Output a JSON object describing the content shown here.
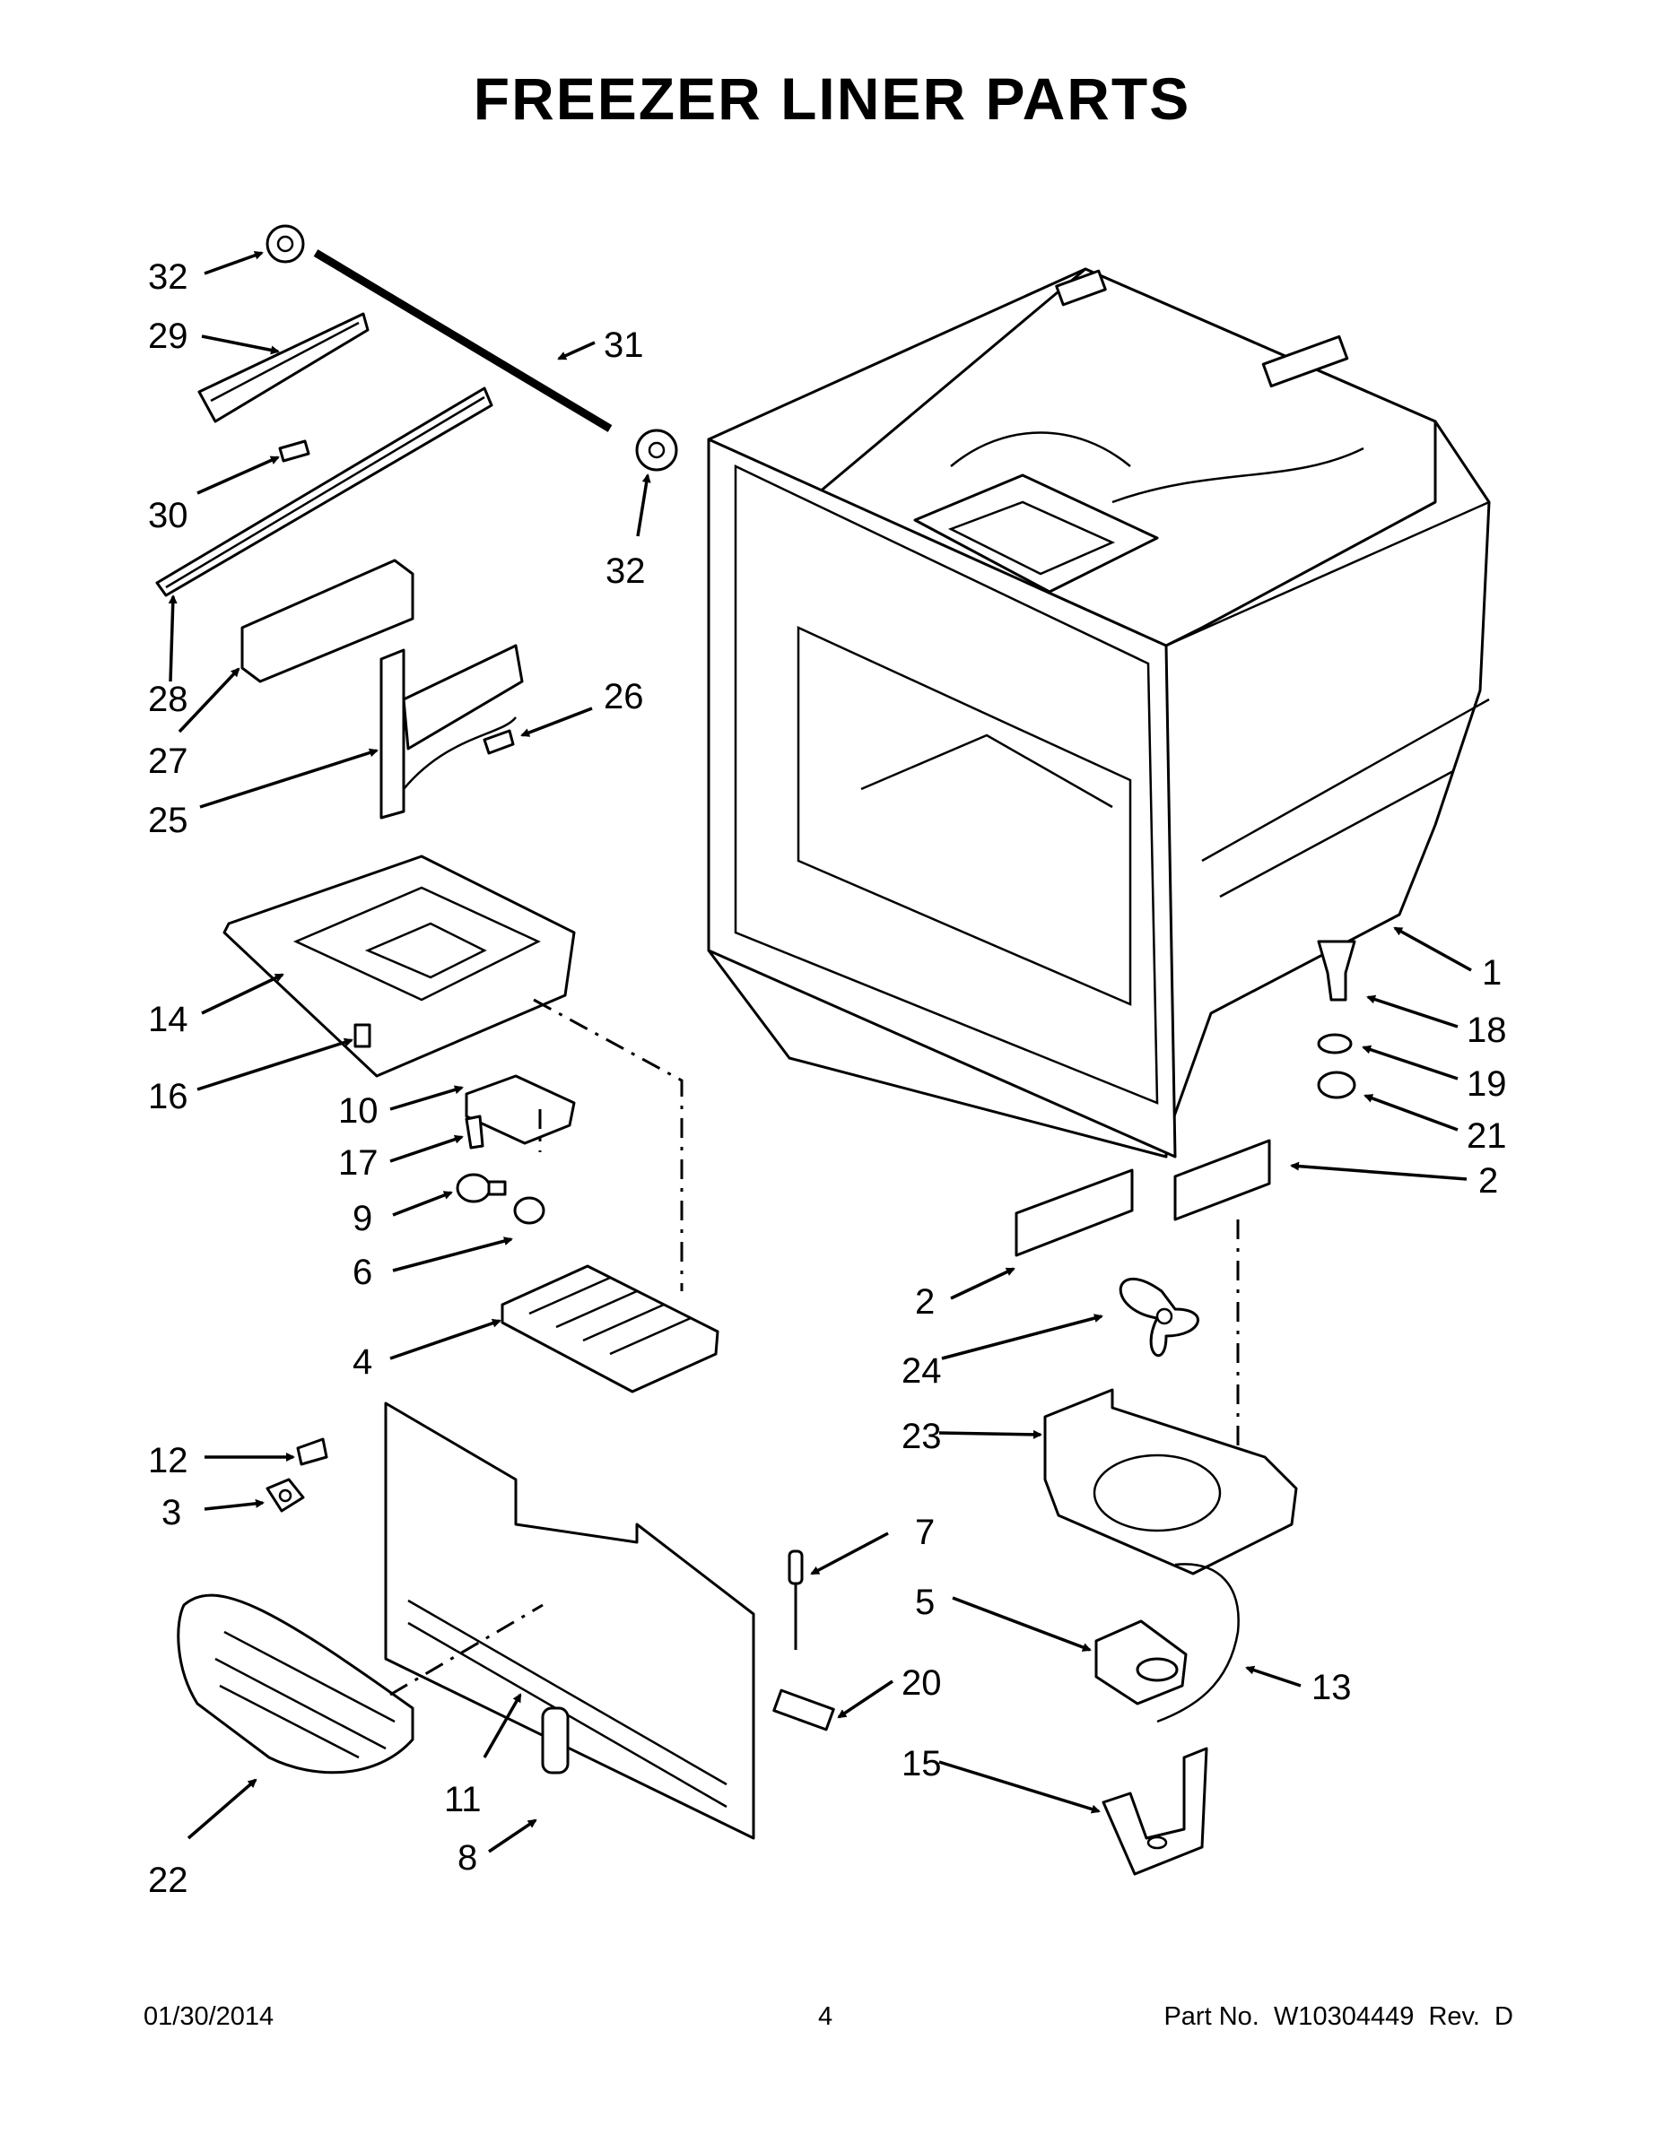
{
  "title": "FREEZER LINER PARTS",
  "footer": {
    "date": "01/30/2014",
    "page": "4",
    "part_number": "Part No.  W10304449  Rev.  D"
  },
  "callouts": {
    "c32a": "32",
    "c29": "29",
    "c31": "31",
    "c30": "30",
    "c32b": "32",
    "c28": "28",
    "c27": "27",
    "c26": "26",
    "c25": "25",
    "c14": "14",
    "c16": "16",
    "c10": "10",
    "c17": "17",
    "c9": "9",
    "c6": "6",
    "c4": "4",
    "c12": "12",
    "c3": "3",
    "c22": "22",
    "c11": "11",
    "c8": "8",
    "c7": "7",
    "c20": "20",
    "c5": "5",
    "c15": "15",
    "c13": "13",
    "c23": "23",
    "c24": "24",
    "c2a": "2",
    "c2b": "2",
    "c1": "1",
    "c18": "18",
    "c19": "19",
    "c21": "21"
  }
}
